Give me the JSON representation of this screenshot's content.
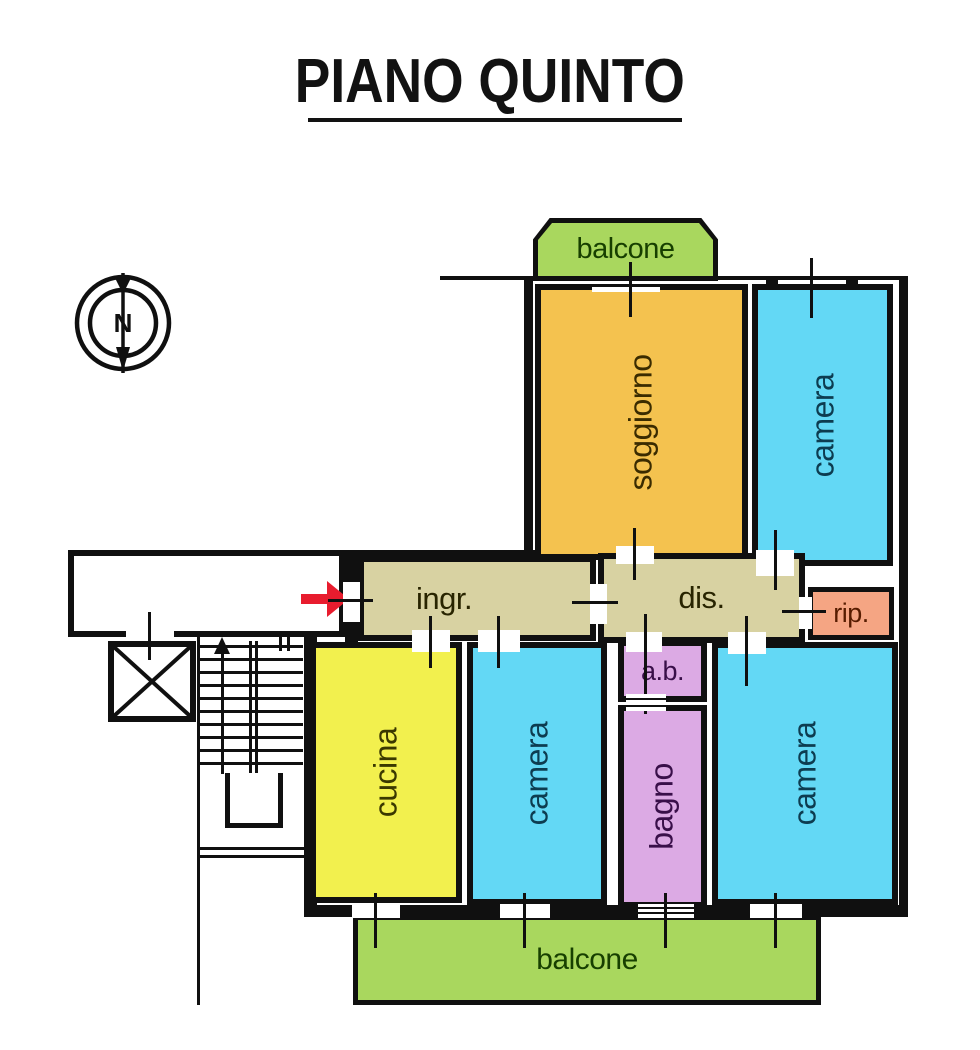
{
  "title": "PIANO QUINTO",
  "plan": {
    "floor_label": "PIANO QUINTO",
    "rooms": {
      "balcone_top": {
        "label": "balcone",
        "fill": "#a9d75e",
        "label_color": "#173f00"
      },
      "soggiorno": {
        "label": "soggiorno",
        "fill": "#f4c24f",
        "label_color": "#3a2b00"
      },
      "camera_top_right": {
        "label": "camera",
        "fill": "#63d8f5",
        "label_color": "#0d3c50"
      },
      "ingresso": {
        "label": "ingr.",
        "fill": "#d8d2a2",
        "label_color": "#282400"
      },
      "disimpegno": {
        "label": "dis.",
        "fill": "#d8d2a2",
        "label_color": "#282400"
      },
      "ripostiglio": {
        "label": "rip.",
        "fill": "#f5a583",
        "label_color": "#571c00"
      },
      "cucina": {
        "label": "cucina",
        "fill": "#f2f04e",
        "label_color": "#3a3800"
      },
      "camera_bottom_left": {
        "label": "camera",
        "fill": "#63d8f5",
        "label_color": "#0d3c50"
      },
      "antibagno": {
        "label": "a.b.",
        "fill": "#dcaae4",
        "label_color": "#390f49"
      },
      "bagno": {
        "label": "bagno",
        "fill": "#dcaae4",
        "label_color": "#390f49"
      },
      "camera_bottom_right": {
        "label": "camera",
        "fill": "#63d8f5",
        "label_color": "#0d3c50"
      },
      "balcone_bottom": {
        "label": "balcone",
        "fill": "#a9d75e",
        "label_color": "#173f00"
      }
    },
    "symbols": {
      "north_indicator": {
        "letter": "N"
      },
      "entrance_arrow": {
        "color": "#e81c2e",
        "direction": "right"
      },
      "wall_color": "#101010"
    }
  }
}
